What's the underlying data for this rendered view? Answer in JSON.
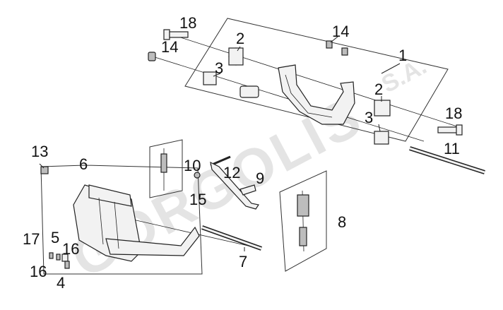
{
  "watermark": {
    "brand": "GORGOLIS",
    "suffix": "S.A."
  },
  "callouts": {
    "c1": "1",
    "c2a": "2",
    "c2b": "2",
    "c3a": "3",
    "c3b": "3",
    "c4": "4",
    "c5": "5",
    "c6": "6",
    "c7": "7",
    "c8": "8",
    "c9": "9",
    "c10": "10",
    "c11": "11",
    "c12": "12",
    "c13": "13",
    "c14a": "14",
    "c14b": "14",
    "c15": "15",
    "c16a": "16",
    "c16b": "16",
    "c17": "17",
    "c18a": "18",
    "c18b": "18"
  }
}
